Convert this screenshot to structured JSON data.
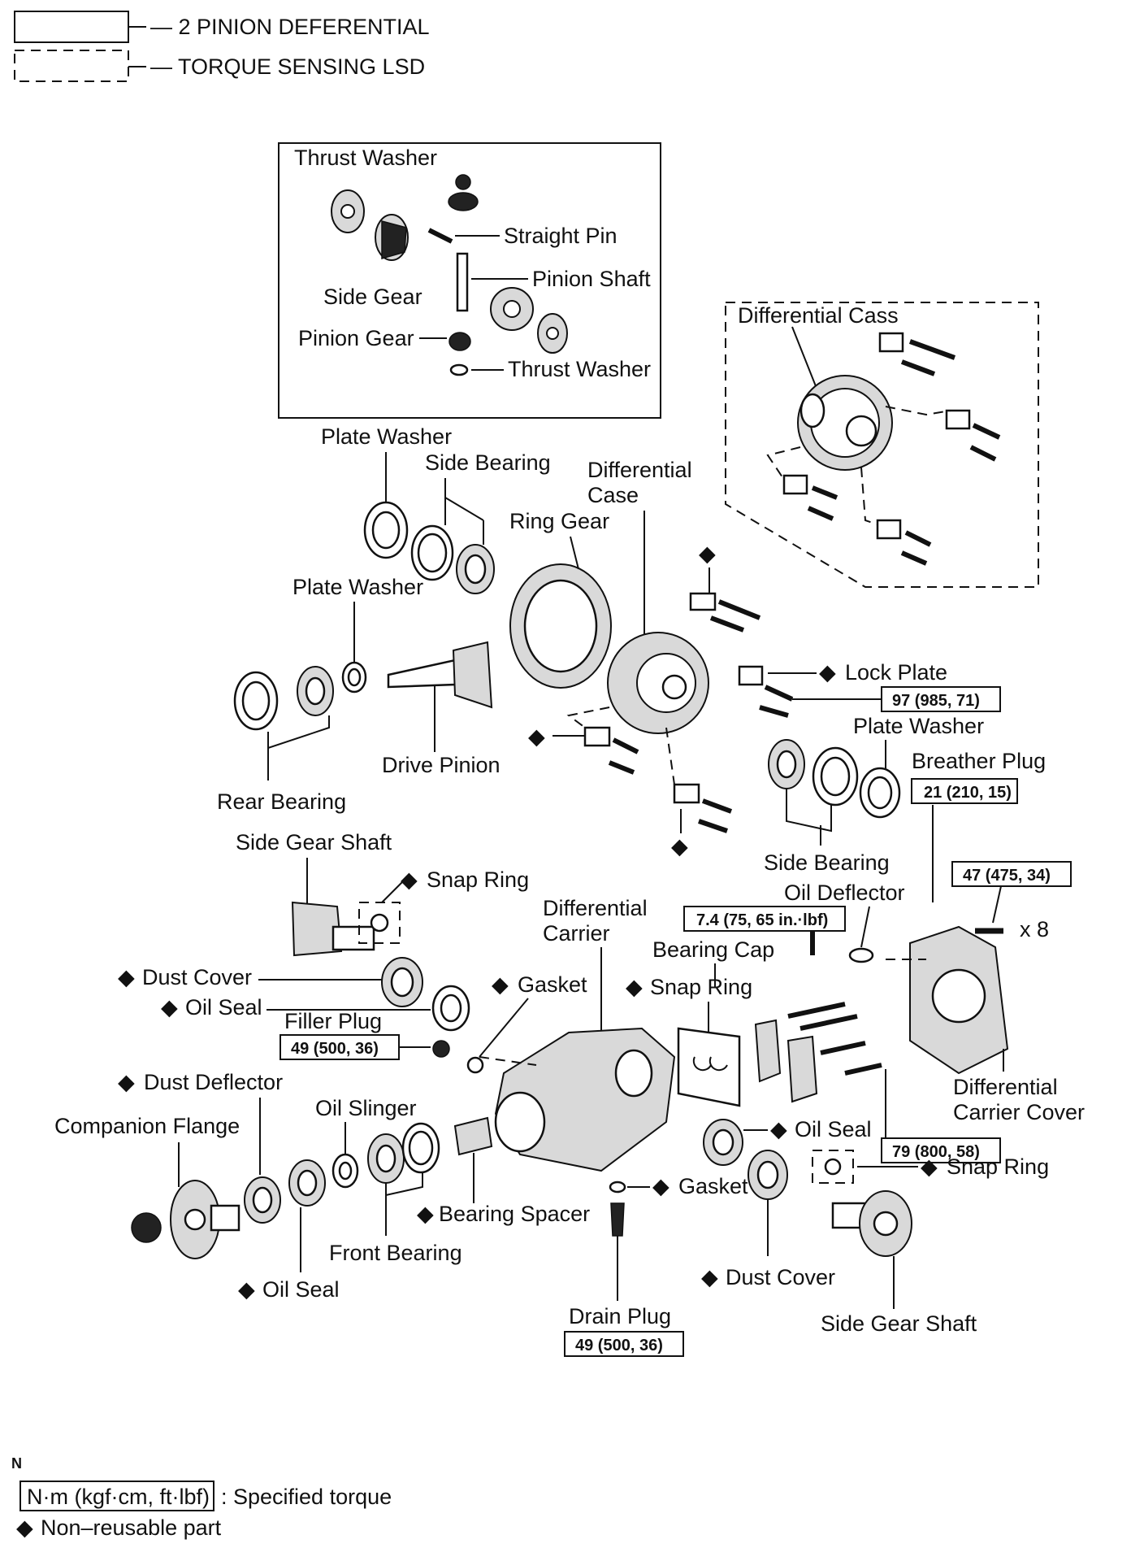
{
  "legend": {
    "solid_label": "— 2 PINION DEFERENTIAL",
    "dashed_label": "— TORQUE SENSING LSD",
    "page_letter": "N",
    "torque_unit": "N·m (kgf·cm, ft·lbf)",
    "torque_desc": ": Specified torque",
    "nonreusable": "Non–reusable part",
    "diamond": "◆"
  },
  "inset": {
    "thrust_washer_top": "Thrust Washer",
    "straight_pin": "Straight Pin",
    "pinion_shaft": "Pinion Shaft",
    "side_gear": "Side Gear",
    "pinion_gear": "Pinion Gear",
    "thrust_washer_bottom": "Thrust Washer"
  },
  "lsd_inset": {
    "title": "Differential Cass"
  },
  "labels": {
    "plate_washer_1": "Plate Washer",
    "side_bearing_1": "Side Bearing",
    "differential_case_1": "Differential",
    "differential_case_2": "Case",
    "ring_gear": "Ring Gear",
    "plate_washer_2": "Plate Washer",
    "drive_pinion": "Drive Pinion",
    "rear_bearing": "Rear Bearing",
    "lock_plate": "Lock Plate",
    "plate_washer_3": "Plate Washer",
    "breather_plug": "Breather Plug",
    "side_bearing_2": "Side Bearing",
    "oil_deflector": "Oil Deflector",
    "side_gear_shaft_1": "Side Gear Shaft",
    "snap_ring_1": "Snap Ring",
    "diff_carrier_1": "Differential",
    "diff_carrier_2": "Carrier",
    "bearing_cap": "Bearing Cap",
    "x8": "x 8",
    "dust_cover_1": "Dust Cover",
    "oil_seal_1": "Oil Seal",
    "gasket_1": "Gasket",
    "snap_ring_2": "Snap Ring",
    "filler_plug": "Filler Plug",
    "dust_deflector": "Dust Deflector",
    "oil_slinger": "Oil Slinger",
    "companion_flange": "Companion Flange",
    "diff_carrier_cover_1": "Differential",
    "diff_carrier_cover_2": "Carrier Cover",
    "oil_seal_2": "Oil Seal",
    "snap_ring_3": "Snap Ring",
    "gasket_2": "Gasket",
    "bearing_spacer": "Bearing Spacer",
    "front_bearing": "Front Bearing",
    "oil_seal_3": "Oil Seal",
    "dust_cover_2": "Dust Cover",
    "drain_plug": "Drain Plug",
    "side_gear_shaft_2": "Side Gear Shaft"
  },
  "torques": {
    "lock_plate_bolt": "97 (985, 71)",
    "breather_plug": "21 (210, 15)",
    "cover_bolt": "47 (475, 34)",
    "oil_deflector": "7.4 (75, 65 in.·lbf)",
    "filler_plug": "49 (500, 36)",
    "bearing_cap": "79 (800, 58)",
    "drain_plug": "49 (500, 36)"
  }
}
